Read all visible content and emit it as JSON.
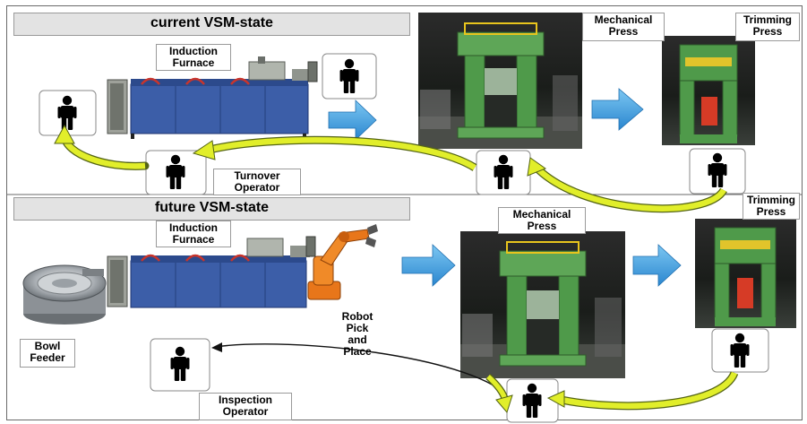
{
  "headers": {
    "current": "current VSM-state",
    "future": "future VSM-state"
  },
  "labels": {
    "induction_furnace_top": "Induction\nFurnace",
    "mechanical_press_top": "Mechanical\nPress",
    "trimming_press_top": "Trimming\nPress",
    "turnover_operator": "Turnover\nOperator",
    "induction_furnace_bottom": "Induction\nFurnace",
    "mechanical_press_bottom": "Mechanical\nPress",
    "trimming_press_bottom": "Trimming\nPress",
    "robot": "Robot\nPick\nand\nPlace",
    "bowl_feeder": "Bowl\nFeeder",
    "inspection_operator": "Inspection\nOperator"
  },
  "icons": [
    "operator-icon",
    "flow-arrow-icon",
    "return-arrow-icon",
    "induction-furnace-icon",
    "press-icon",
    "robot-arm-icon",
    "bowl-feeder-icon"
  ],
  "colors": {
    "header_bg": "#e3e3e3",
    "flow_arrow": "#3d9ee0",
    "return_arrow": "#e1ee2a",
    "press_green": "#4f9a4a",
    "furnace_blue": "#3c5ea8",
    "robot_orange": "#e8761a"
  }
}
